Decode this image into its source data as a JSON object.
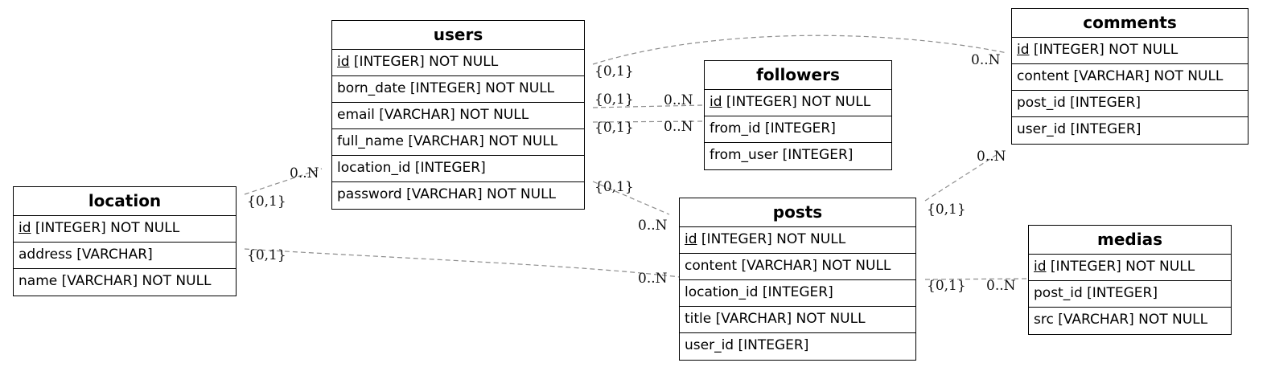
{
  "tables": {
    "users": {
      "name": "users",
      "rows": [
        {
          "field": "id",
          "pk": true,
          "type": "[INTEGER] NOT NULL"
        },
        {
          "field": "born_date",
          "pk": false,
          "type": "[INTEGER] NOT NULL"
        },
        {
          "field": "email",
          "pk": false,
          "type": "[VARCHAR] NOT NULL"
        },
        {
          "field": "full_name",
          "pk": false,
          "type": "[VARCHAR] NOT NULL"
        },
        {
          "field": "location_id",
          "pk": false,
          "type": "[INTEGER]"
        },
        {
          "field": "password",
          "pk": false,
          "type": "[VARCHAR] NOT NULL"
        }
      ]
    },
    "followers": {
      "name": "followers",
      "rows": [
        {
          "field": "id",
          "pk": true,
          "type": "[INTEGER] NOT NULL"
        },
        {
          "field": "from_id",
          "pk": false,
          "type": "[INTEGER]"
        },
        {
          "field": "from_user",
          "pk": false,
          "type": "[INTEGER]"
        }
      ]
    },
    "comments": {
      "name": "comments",
      "rows": [
        {
          "field": "id",
          "pk": true,
          "type": "[INTEGER] NOT NULL"
        },
        {
          "field": "content",
          "pk": false,
          "type": "[VARCHAR] NOT NULL"
        },
        {
          "field": "post_id",
          "pk": false,
          "type": "[INTEGER]"
        },
        {
          "field": "user_id",
          "pk": false,
          "type": "[INTEGER]"
        }
      ]
    },
    "location": {
      "name": "location",
      "rows": [
        {
          "field": "id",
          "pk": true,
          "type": "[INTEGER] NOT NULL"
        },
        {
          "field": "address",
          "pk": false,
          "type": "[VARCHAR]"
        },
        {
          "field": "name",
          "pk": false,
          "type": "[VARCHAR] NOT NULL"
        }
      ]
    },
    "posts": {
      "name": "posts",
      "rows": [
        {
          "field": "id",
          "pk": true,
          "type": "[INTEGER] NOT NULL"
        },
        {
          "field": "content",
          "pk": false,
          "type": "[VARCHAR] NOT NULL"
        },
        {
          "field": "location_id",
          "pk": false,
          "type": "[INTEGER]"
        },
        {
          "field": "title",
          "pk": false,
          "type": "[VARCHAR] NOT NULL"
        },
        {
          "field": "user_id",
          "pk": false,
          "type": "[INTEGER]"
        }
      ]
    },
    "medias": {
      "name": "medias",
      "rows": [
        {
          "field": "id",
          "pk": true,
          "type": "[INTEGER] NOT NULL"
        },
        {
          "field": "post_id",
          "pk": false,
          "type": "[INTEGER]"
        },
        {
          "field": "src",
          "pk": false,
          "type": "[VARCHAR] NOT NULL"
        }
      ]
    }
  },
  "relationships": [
    {
      "from": "users",
      "to": "comments",
      "from_card": "{0,1}",
      "to_card": "0..N"
    },
    {
      "from": "users",
      "to": "followers",
      "from_card": "{0,1}",
      "to_card": "0..N"
    },
    {
      "from": "users",
      "to": "followers",
      "from_card": "{0,1}",
      "to_card": "0..N"
    },
    {
      "from": "location",
      "to": "users",
      "from_card": "{0,1}",
      "to_card": "0..N"
    },
    {
      "from": "users",
      "to": "posts",
      "from_card": "{0,1}",
      "to_card": "0..N"
    },
    {
      "from": "location",
      "to": "posts",
      "from_card": "{0,1}",
      "to_card": "0..N"
    },
    {
      "from": "posts",
      "to": "comments",
      "from_card": "{0,1}",
      "to_card": "0..N"
    },
    {
      "from": "posts",
      "to": "medias",
      "from_card": "{0,1}",
      "to_card": "0..N"
    }
  ],
  "colors": {
    "border": "#000000",
    "edge": "#8c8c8c",
    "background": "#ffffff"
  }
}
